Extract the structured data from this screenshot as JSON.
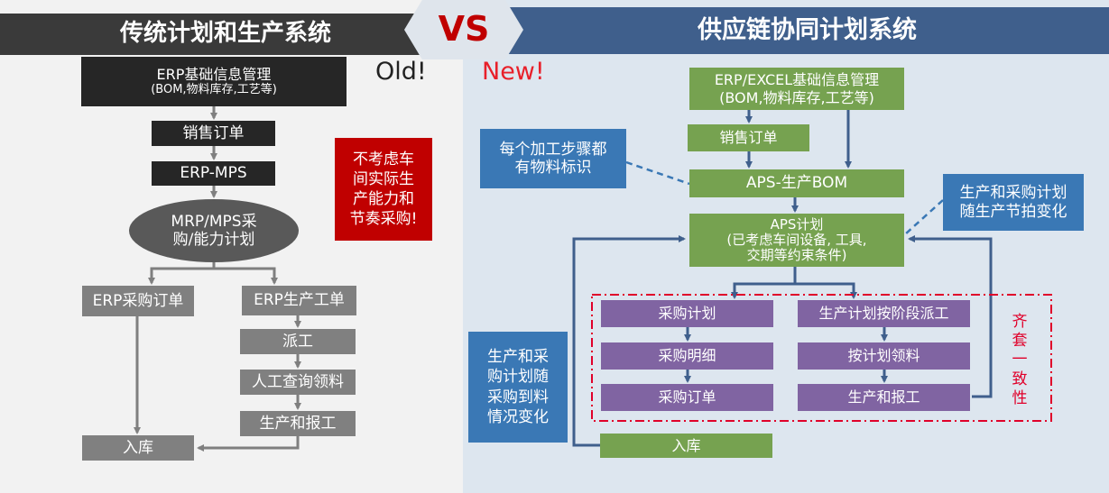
{
  "header": {
    "left_title": "传统计划和生产系统",
    "vs": "VS",
    "right_title": "供应链协同计划系统",
    "old_label": "Old!",
    "new_label": "New!"
  },
  "left": {
    "erp_base_line1": "ERP基础信息管理",
    "erp_base_line2": "(BOM,物料库存,工艺等)",
    "sales_order": "销售订单",
    "erp_mps": "ERP-MPS",
    "mrp_line1": "MRP/MPS采",
    "mrp_line2": "购/能力计划",
    "purchase_order": "ERP采购订单",
    "production_order": "ERP生产工单",
    "dispatch": "派工",
    "manual_query": "人工查询领料",
    "production_report": "生产和报工",
    "warehouse_in": "入库",
    "note_lines": [
      "不考虑车",
      "间实际生",
      "产能力和",
      "节奏采购!"
    ]
  },
  "right": {
    "erp_base_line1": "ERP/EXCEL基础信息管理",
    "erp_base_line2": "(BOM,物料库存,工艺等)",
    "sales_order": "销售订单",
    "aps_bom": "APS-生产BOM",
    "aps_plan_line1": "APS计划",
    "aps_plan_line2": "(已考虑车间设备, 工具,",
    "aps_plan_line3": "交期等约束条件)",
    "purchase_plan": "采购计划",
    "purchase_detail": "采购明细",
    "purchase_order": "采购订单",
    "stage_dispatch": "生产计划按阶段派工",
    "material_pick": "按计划领料",
    "production_report": "生产和报工",
    "warehouse_in": "入库",
    "callout_material_lines": [
      "每个加工步骤都",
      "有物料标识"
    ],
    "callout_plan_lines": [
      "生产和采购计划",
      "随生产节拍变化"
    ],
    "callout_purchase_lines": [
      "生产和采",
      "购计划随",
      "采购到料",
      "情况变化"
    ],
    "kit_lines": [
      "齐",
      "套",
      "一",
      "致",
      "性"
    ]
  },
  "colors": {
    "dark_box": "#262626",
    "grey_box": "#808080",
    "green_box": "#76a250",
    "purple_box": "#8064a2",
    "blue_callout": "#3a78b5",
    "red_note": "#c00000",
    "header_left": "#3a3a3a",
    "header_right": "#3f5f8c",
    "vs_red": "#c00000",
    "arrow_left": "#7f7f7f",
    "arrow_right": "#3f5f8c"
  }
}
